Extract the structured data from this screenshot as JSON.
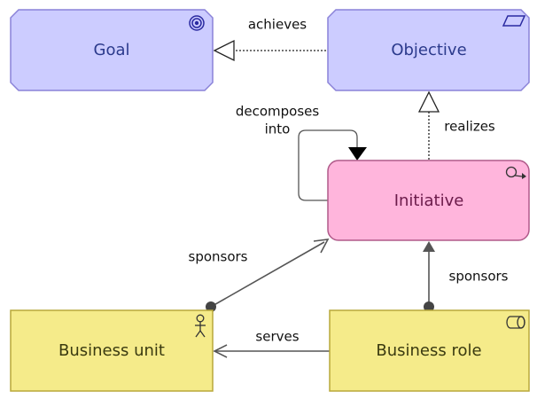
{
  "nodes": {
    "goal": {
      "label": "Goal",
      "icon": "goal-target-icon",
      "fill": "#ccccff",
      "stroke": "#8a82d8",
      "text_color": "#2b3a8c"
    },
    "objective": {
      "label": "Objective",
      "icon": "parallelogram-icon",
      "fill": "#ccccff",
      "stroke": "#8a82d8",
      "text_color": "#2b3a8c"
    },
    "initiative": {
      "label": "Initiative",
      "icon": "magnifier-arrow-icon",
      "fill": "#ffb5dc",
      "stroke": "#b05a8a",
      "text_color": "#6b1a4a"
    },
    "business_unit": {
      "label": "Business unit",
      "icon": "actor-icon",
      "fill": "#f5eb8a",
      "stroke": "#b8a83a",
      "text_color": "#3a3a10"
    },
    "business_role": {
      "label": "Business role",
      "icon": "role-cylinder-icon",
      "fill": "#f5eb8a",
      "stroke": "#b8a83a",
      "text_color": "#3a3a10"
    }
  },
  "relations": {
    "achieves": "achieves",
    "realizes": "realizes",
    "decomposes": [
      "decomposes",
      "into"
    ],
    "sponsors_unit": "sponsors",
    "sponsors_role": "sponsors",
    "serves": "serves"
  }
}
